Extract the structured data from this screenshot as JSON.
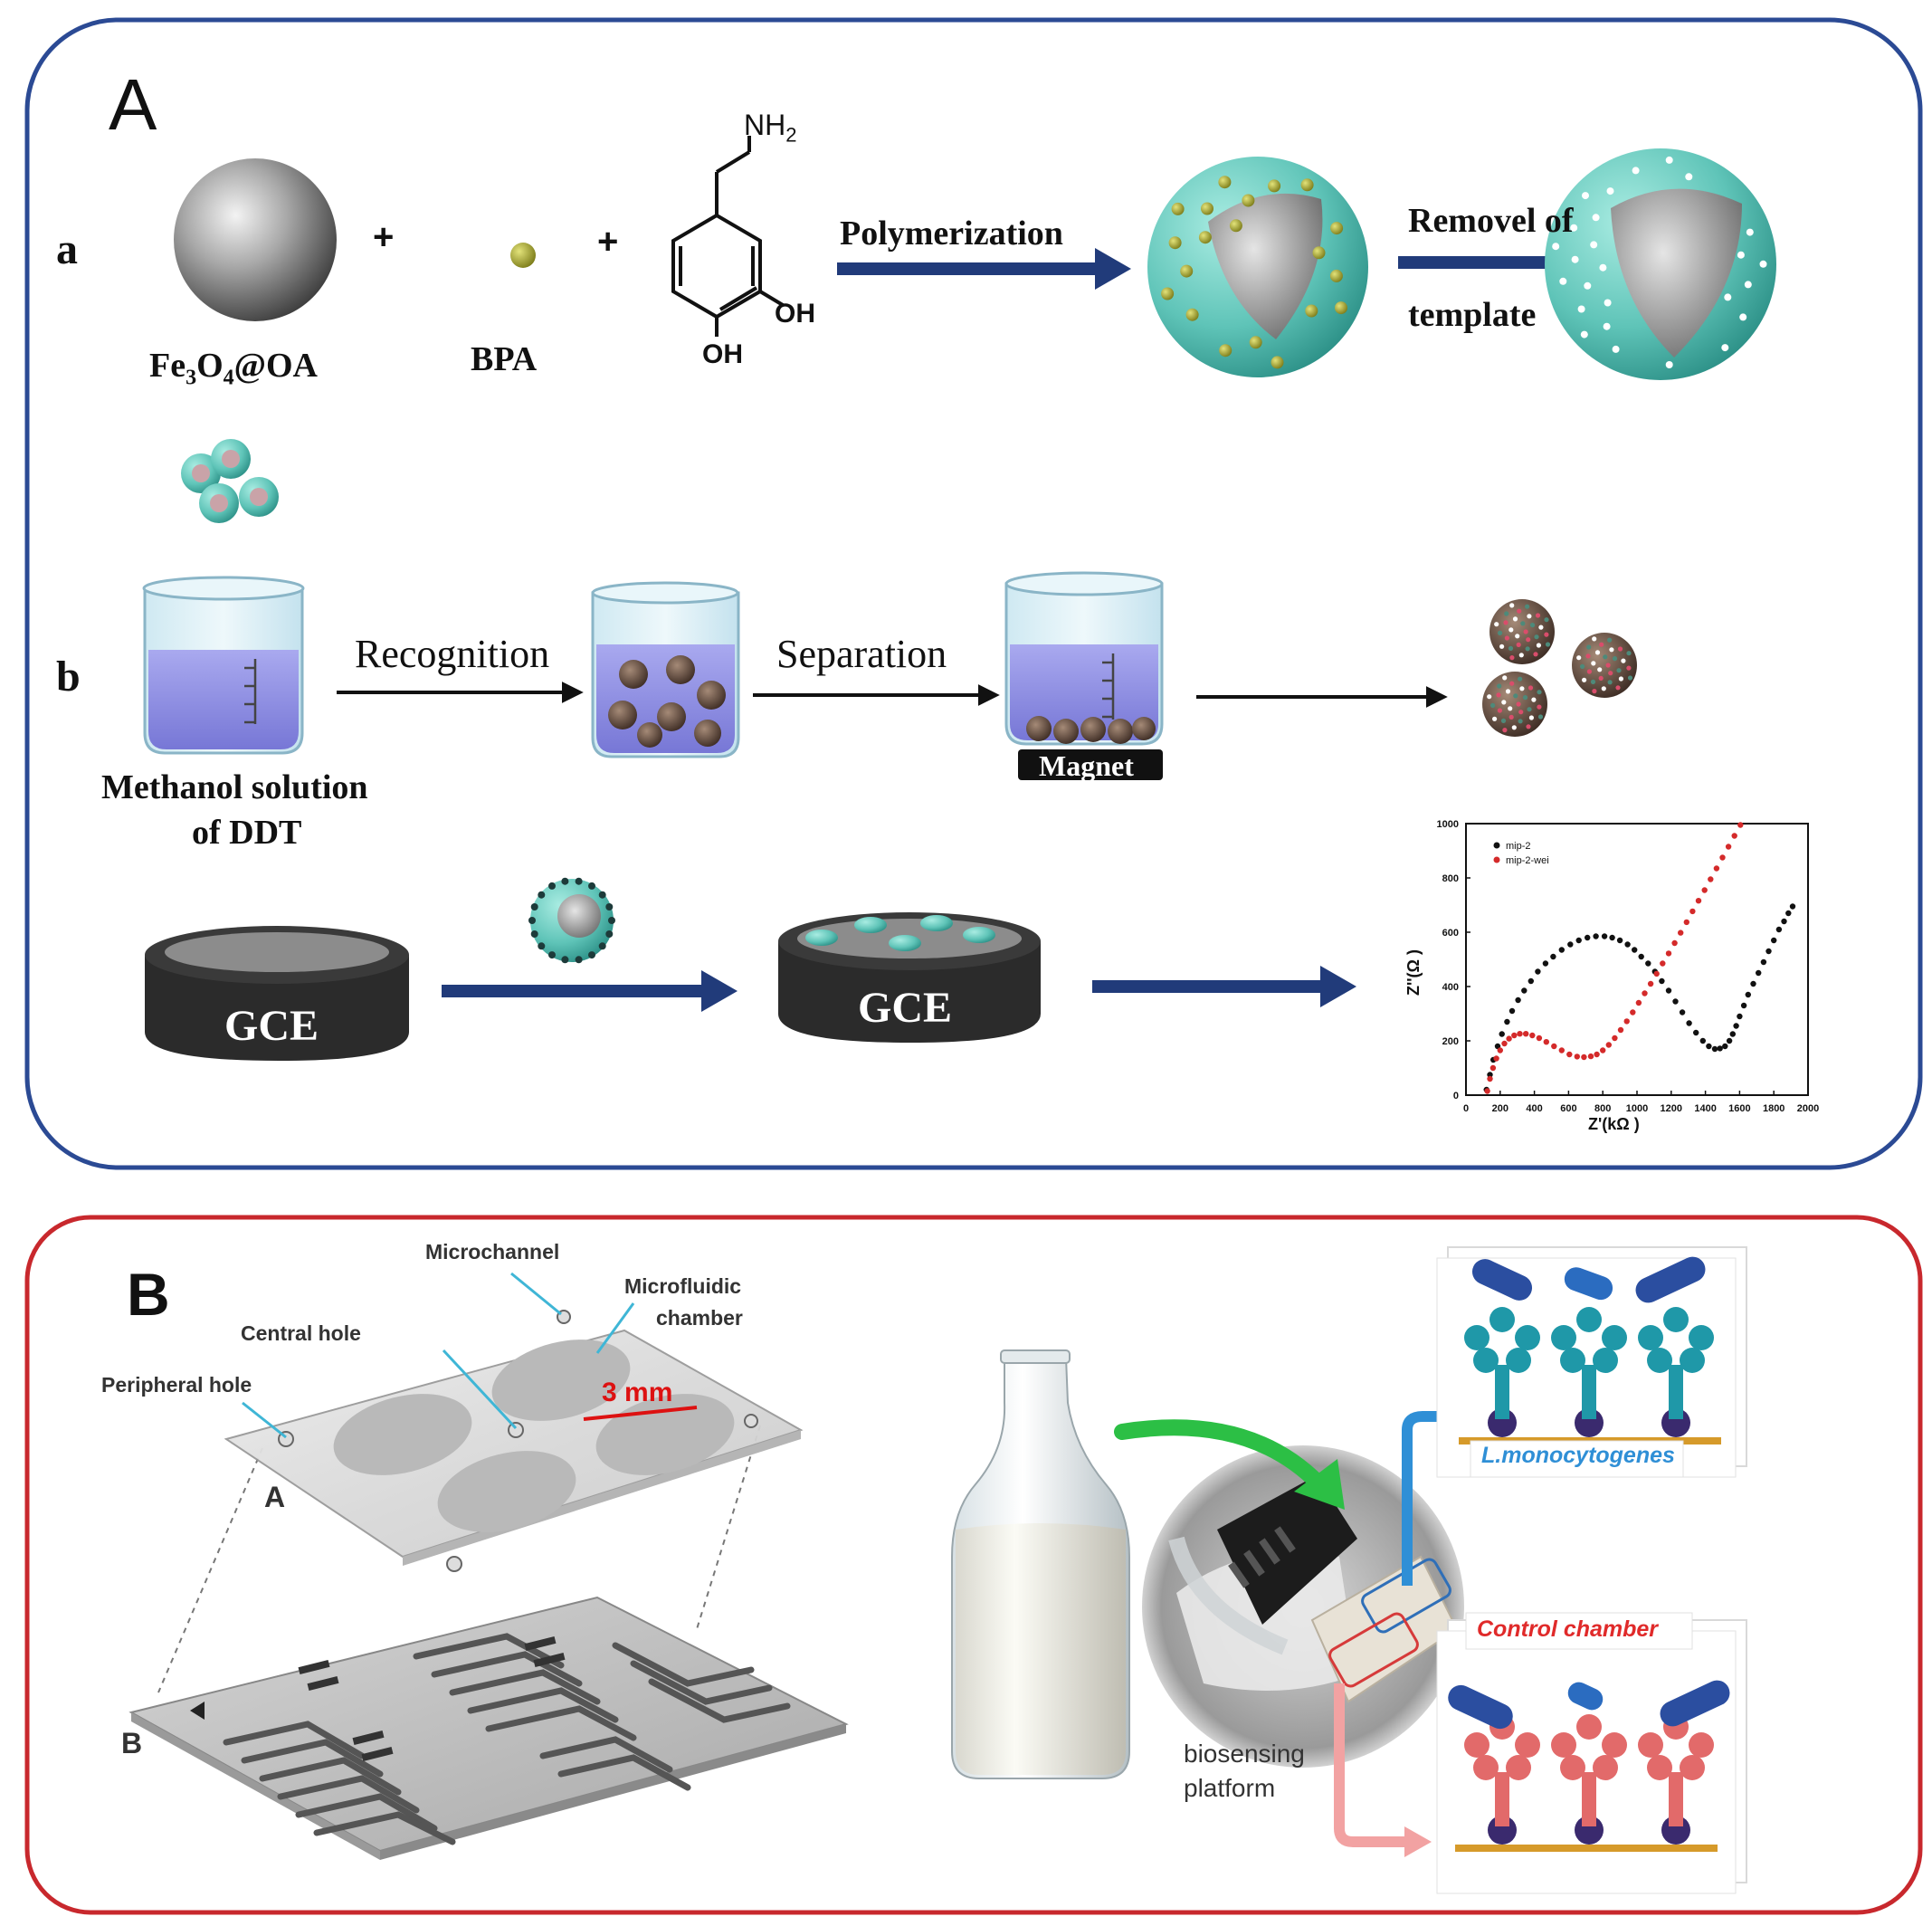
{
  "panel_a": {
    "panel_letter": "A",
    "row_a": {
      "row_letter": "a",
      "core_label_parts": [
        "Fe",
        "3",
        "O",
        "4",
        "@OA"
      ],
      "plus_sign": "+",
      "template_label": "BPA",
      "monomer_nh2": [
        "NH",
        "2"
      ],
      "monomer_oh": "OH",
      "arrow_polymerization": "Polymerization",
      "arrow_removal_line1": "Removel of",
      "arrow_removal_line2": "template"
    },
    "row_b": {
      "row_letter": "b",
      "beaker_label_line1": "Methanol solution",
      "beaker_label_line2": "of DDT",
      "arrow_recognition": "Recognition",
      "arrow_separation": "Separation",
      "magnet_label": "Magnet"
    },
    "electrode": {
      "label": "GCE"
    },
    "eis_plot": {
      "x_axis_label": "Z'(kΩ )",
      "y_axis_label": "Z''(Ω )",
      "legend": [
        "mip-2",
        "mip-2-wei"
      ]
    }
  },
  "panel_b": {
    "panel_letter": "B",
    "chip_labels": {
      "microchannel": "Microchannel",
      "microfluidic_line1": "Microfluidic",
      "microfluidic_line2": "chamber",
      "central_hole": "Central hole",
      "peripheral_hole": "Peripheral hole",
      "scale_bar": "3 mm",
      "layer_a": "A",
      "layer_b": "B"
    },
    "platform_label_line1": "biosensing",
    "platform_label_line2": "platform",
    "target_chamber": "L.monocytogenes",
    "control_chamber": "Control chamber"
  },
  "colors": {
    "panel_a_border": "#2b4a94",
    "panel_b_border": "#c8282d",
    "arrow_navy": "#213b7a",
    "shell_teal": "#5fc4b8",
    "series_black": "#111111",
    "series_red": "#d42a2a",
    "target_blue": "#2f8fd6",
    "control_red": "#e02a2a"
  },
  "chart_data": {
    "type": "scatter",
    "xlabel": "Z'(kΩ )",
    "ylabel": "Z''(Ω )",
    "xlim": [
      0,
      2000
    ],
    "ylim": [
      0,
      1000
    ],
    "xticks": [
      0,
      200,
      400,
      600,
      800,
      1000,
      1200,
      1400,
      1600,
      1800,
      2000
    ],
    "yticks": [
      0,
      200,
      400,
      600,
      800,
      1000
    ],
    "legend_position": "top-left",
    "series": [
      {
        "name": "mip-2",
        "color": "#111111",
        "x": [
          120,
          140,
          160,
          185,
          210,
          240,
          270,
          305,
          340,
          380,
          420,
          465,
          510,
          560,
          610,
          660,
          710,
          760,
          810,
          855,
          900,
          945,
          985,
          1025,
          1065,
          1105,
          1145,
          1185,
          1225,
          1265,
          1305,
          1345,
          1385,
          1420,
          1455,
          1485,
          1515,
          1540,
          1560,
          1580,
          1600,
          1625,
          1650,
          1680,
          1710,
          1740,
          1770,
          1800,
          1830,
          1860,
          1885,
          1910
        ],
        "y": [
          20,
          75,
          130,
          180,
          225,
          270,
          310,
          350,
          385,
          420,
          455,
          485,
          510,
          535,
          555,
          570,
          580,
          585,
          585,
          580,
          570,
          555,
          535,
          510,
          485,
          455,
          420,
          385,
          345,
          305,
          265,
          230,
          200,
          180,
          170,
          172,
          180,
          200,
          225,
          255,
          290,
          330,
          370,
          410,
          450,
          490,
          530,
          570,
          610,
          640,
          670,
          695
        ]
      },
      {
        "name": "mip-2-wei",
        "color": "#d42a2a",
        "x": [
          125,
          140,
          158,
          178,
          200,
          225,
          252,
          282,
          315,
          350,
          388,
          428,
          470,
          515,
          560,
          605,
          650,
          690,
          730,
          765,
          800,
          835,
          870,
          905,
          940,
          975,
          1010,
          1045,
          1080,
          1115,
          1150,
          1185,
          1220,
          1255,
          1290,
          1325,
          1360,
          1395,
          1430,
          1465,
          1500,
          1535,
          1570,
          1605
        ],
        "y": [
          15,
          60,
          100,
          135,
          165,
          190,
          208,
          220,
          226,
          226,
          220,
          210,
          196,
          180,
          165,
          150,
          142,
          140,
          143,
          150,
          165,
          185,
          210,
          240,
          272,
          305,
          340,
          375,
          410,
          447,
          485,
          522,
          560,
          598,
          637,
          677,
          716,
          755,
          795,
          835,
          875,
          915,
          955,
          995
        ]
      }
    ]
  }
}
